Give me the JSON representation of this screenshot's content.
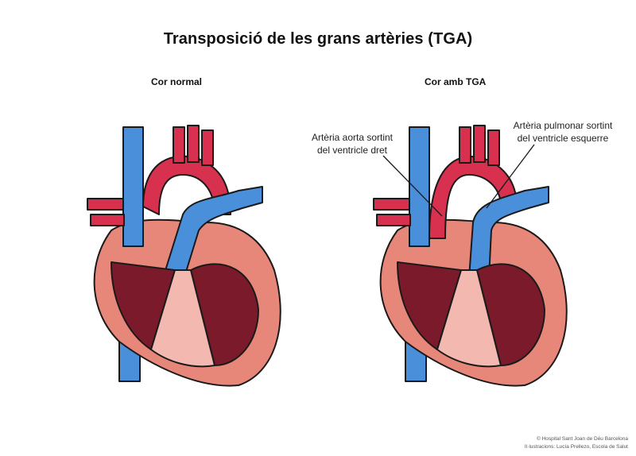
{
  "title": "Transposició de les grans artèries (TGA)",
  "panels": {
    "left": {
      "label": "Cor normal"
    },
    "right": {
      "label": "Cor amb TGA",
      "annotations": {
        "aorta": [
          "Artèria aorta sortint",
          "del ventricle dret"
        ],
        "pulmonary": [
          "Artèria pulmonar sortint",
          "del ventricle esquerre"
        ]
      }
    }
  },
  "credits": {
    "line1": "© Hospital Sant Joan de Déu Barcelona",
    "line2": "Il·lustracions: Lucía Prellezo, Escola de Salut"
  },
  "colors": {
    "vein_blue": "#4a8fd9",
    "artery_red": "#d8304f",
    "muscle_outer": "#e7877a",
    "chamber_dark": "#7a1a2a",
    "chamber_light": "#f3b8b0",
    "outline": "#1a1a1a"
  }
}
